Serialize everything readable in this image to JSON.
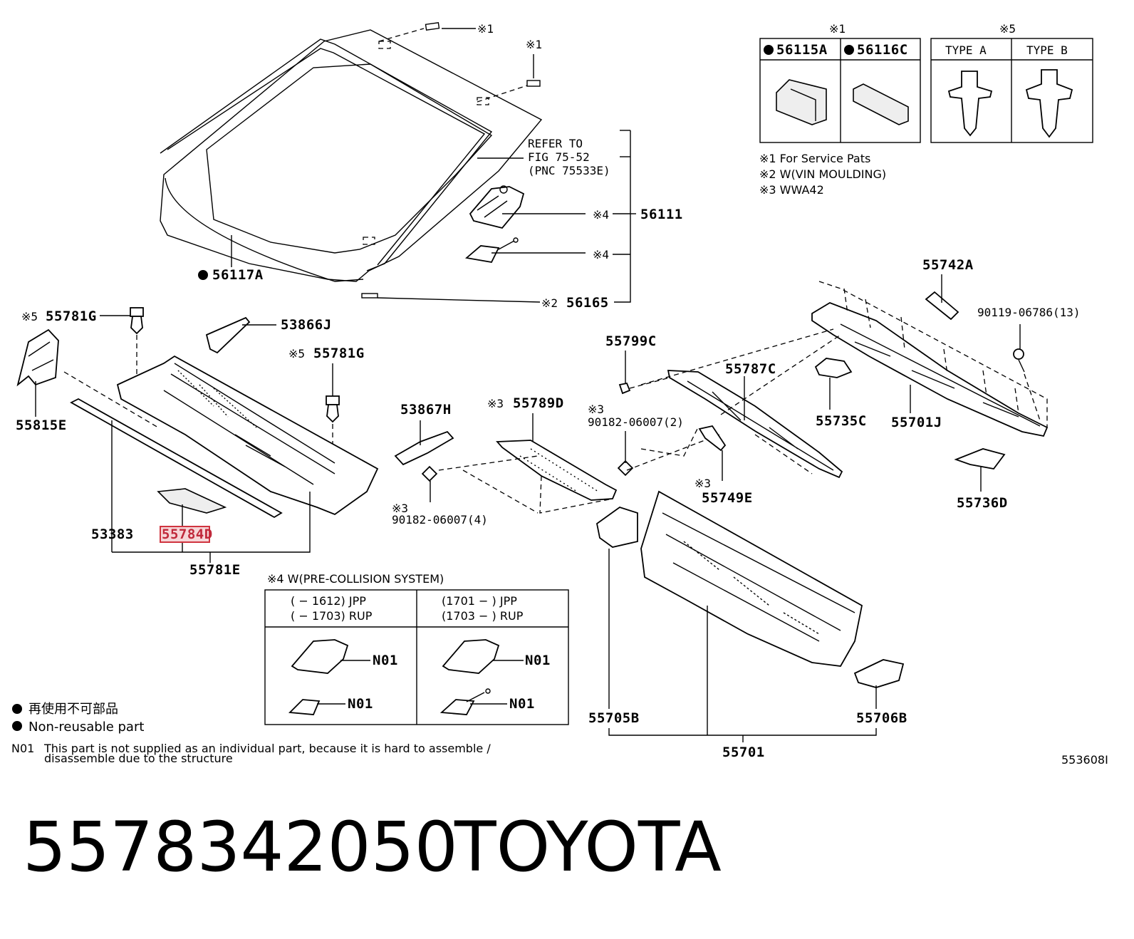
{
  "labels": {
    "l56117A": "56117A",
    "l56111": "56111",
    "l56165": "56165",
    "l55781G_1": "55781G",
    "l55781G_2": "55781G",
    "l53866J": "53866J",
    "l55815E": "55815E",
    "l53383": "53383",
    "l55784D": "55784D",
    "l55781E": "55781E",
    "l53867H": "53867H",
    "l55789D": "55789D",
    "l90182a": "90182-06007(4)",
    "l90182b": "90182-06007(2)",
    "l55799C": "55799C",
    "l55787C": "55787C",
    "l55749E": "55749E",
    "l55735C": "55735C",
    "l55742A": "55742A",
    "l90119": "90119-06786(13)",
    "l55701J": "55701J",
    "l55736D": "55736D",
    "l55705B": "55705B",
    "l55706B": "55706B",
    "l55701": "55701",
    "n01a": "N01",
    "n01b": "N01",
    "n01c": "N01",
    "n01d": "N01"
  },
  "marks": {
    "m1a": "※1",
    "m1b": "※1",
    "m1c": "※1",
    "m2": "※2",
    "m3a": "※3",
    "m3b": "※3",
    "m3c": "※3",
    "m4a": "※4",
    "m4b": "※4",
    "m5a": "※5",
    "m5b": "※5",
    "m5c": "※5"
  },
  "refer": {
    "line1": "REFER TO",
    "line2": "FIG 75-52",
    "line3": "(PNC 75533E)"
  },
  "topTable": {
    "c1": "56115A",
    "c2": "56116C",
    "typeA": "TYPE A",
    "typeB": "TYPE B"
  },
  "notes": {
    "n1": "※1 For Service Pats",
    "n2": "※2 W(VIN MOULDING)",
    "n3": "※3 WWA42"
  },
  "pcsTable": {
    "title": "※4 W(PRE-COLLISION SYSTEM)",
    "l1": "(      − 1612) JPP",
    "l2": "(      − 1703) RUP",
    "r1": "(1701 −      ) JPP",
    "r2": "(1703 −      ) RUP"
  },
  "legend": {
    "jp": "再使用不可部品",
    "en": "Non-reusable part",
    "n01code": "N01",
    "n01line1": "This part is not supplied as an individual part, because it is hard to assemble /",
    "n01line2": "disassemble due to the structure"
  },
  "figId": "553608I",
  "caption": {
    "partNo": "5578342050",
    "brand": "TOYOTA"
  }
}
